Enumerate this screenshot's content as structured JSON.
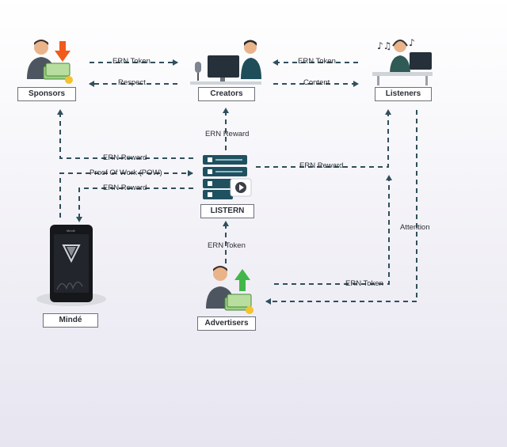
{
  "nodes": {
    "sponsors": "Sponsors",
    "creators": "Creators",
    "listeners": "Listeners",
    "listern": "LISTERN",
    "minde": "Mindé",
    "advertisers": "Advertisers"
  },
  "edges": {
    "sponsors_to_creators": "ERN Token",
    "creators_to_sponsors": "Respect",
    "listeners_to_creators": "ERN Token",
    "creators_to_listeners": "Content",
    "listern_to_creators": "ERN Reward",
    "listern_to_sponsors": "ERN Reward",
    "minde_to_listern": "Proof Of Work (POW)",
    "listern_to_minde": "ERN Reward",
    "listern_to_listeners": "ERN Reward",
    "advertisers_to_listern": "ERN Token",
    "listeners_to_advertisers": "Attention",
    "advertisers_to_listeners": "ERN Token"
  },
  "device": {
    "screen_text": "Mindé"
  },
  "colors": {
    "arrow": "#2f4f5c",
    "accent_down": "#f05a1a",
    "accent_up": "#43b649",
    "money": "#9ccf84"
  }
}
